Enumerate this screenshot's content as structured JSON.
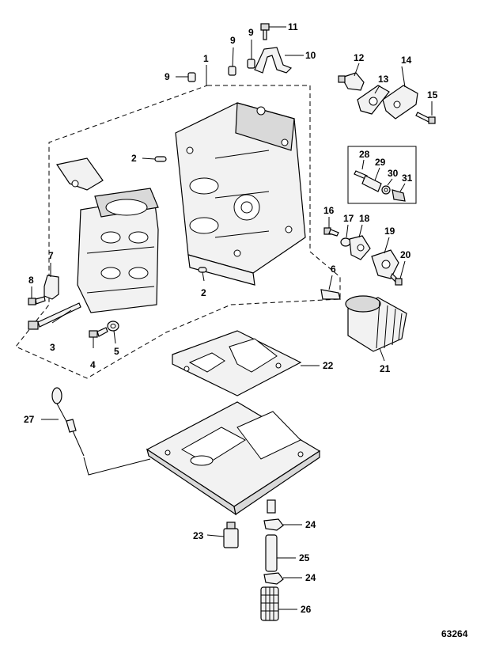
{
  "figure_number": "63264",
  "callouts": [
    {
      "id": "c1",
      "text": "1"
    },
    {
      "id": "c2a",
      "text": "2"
    },
    {
      "id": "c2b",
      "text": "2"
    },
    {
      "id": "c3",
      "text": "3"
    },
    {
      "id": "c4",
      "text": "4"
    },
    {
      "id": "c5",
      "text": "5"
    },
    {
      "id": "c6",
      "text": "6"
    },
    {
      "id": "c7",
      "text": "7"
    },
    {
      "id": "c8",
      "text": "8"
    },
    {
      "id": "c9a",
      "text": "9"
    },
    {
      "id": "c9b",
      "text": "9"
    },
    {
      "id": "c9c",
      "text": "9"
    },
    {
      "id": "c10",
      "text": "10"
    },
    {
      "id": "c11",
      "text": "11"
    },
    {
      "id": "c12",
      "text": "12"
    },
    {
      "id": "c13",
      "text": "13"
    },
    {
      "id": "c14",
      "text": "14"
    },
    {
      "id": "c15",
      "text": "15"
    },
    {
      "id": "c16",
      "text": "16"
    },
    {
      "id": "c17",
      "text": "17"
    },
    {
      "id": "c18",
      "text": "18"
    },
    {
      "id": "c19",
      "text": "19"
    },
    {
      "id": "c20",
      "text": "20"
    },
    {
      "id": "c21",
      "text": "21"
    },
    {
      "id": "c22",
      "text": "22"
    },
    {
      "id": "c23",
      "text": "23"
    },
    {
      "id": "c24a",
      "text": "24"
    },
    {
      "id": "c24b",
      "text": "24"
    },
    {
      "id": "c25",
      "text": "25"
    },
    {
      "id": "c26",
      "text": "26"
    },
    {
      "id": "c27",
      "text": "27"
    },
    {
      "id": "c28",
      "text": "28"
    },
    {
      "id": "c29",
      "text": "29"
    },
    {
      "id": "c30",
      "text": "30"
    },
    {
      "id": "c31",
      "text": "31"
    }
  ]
}
